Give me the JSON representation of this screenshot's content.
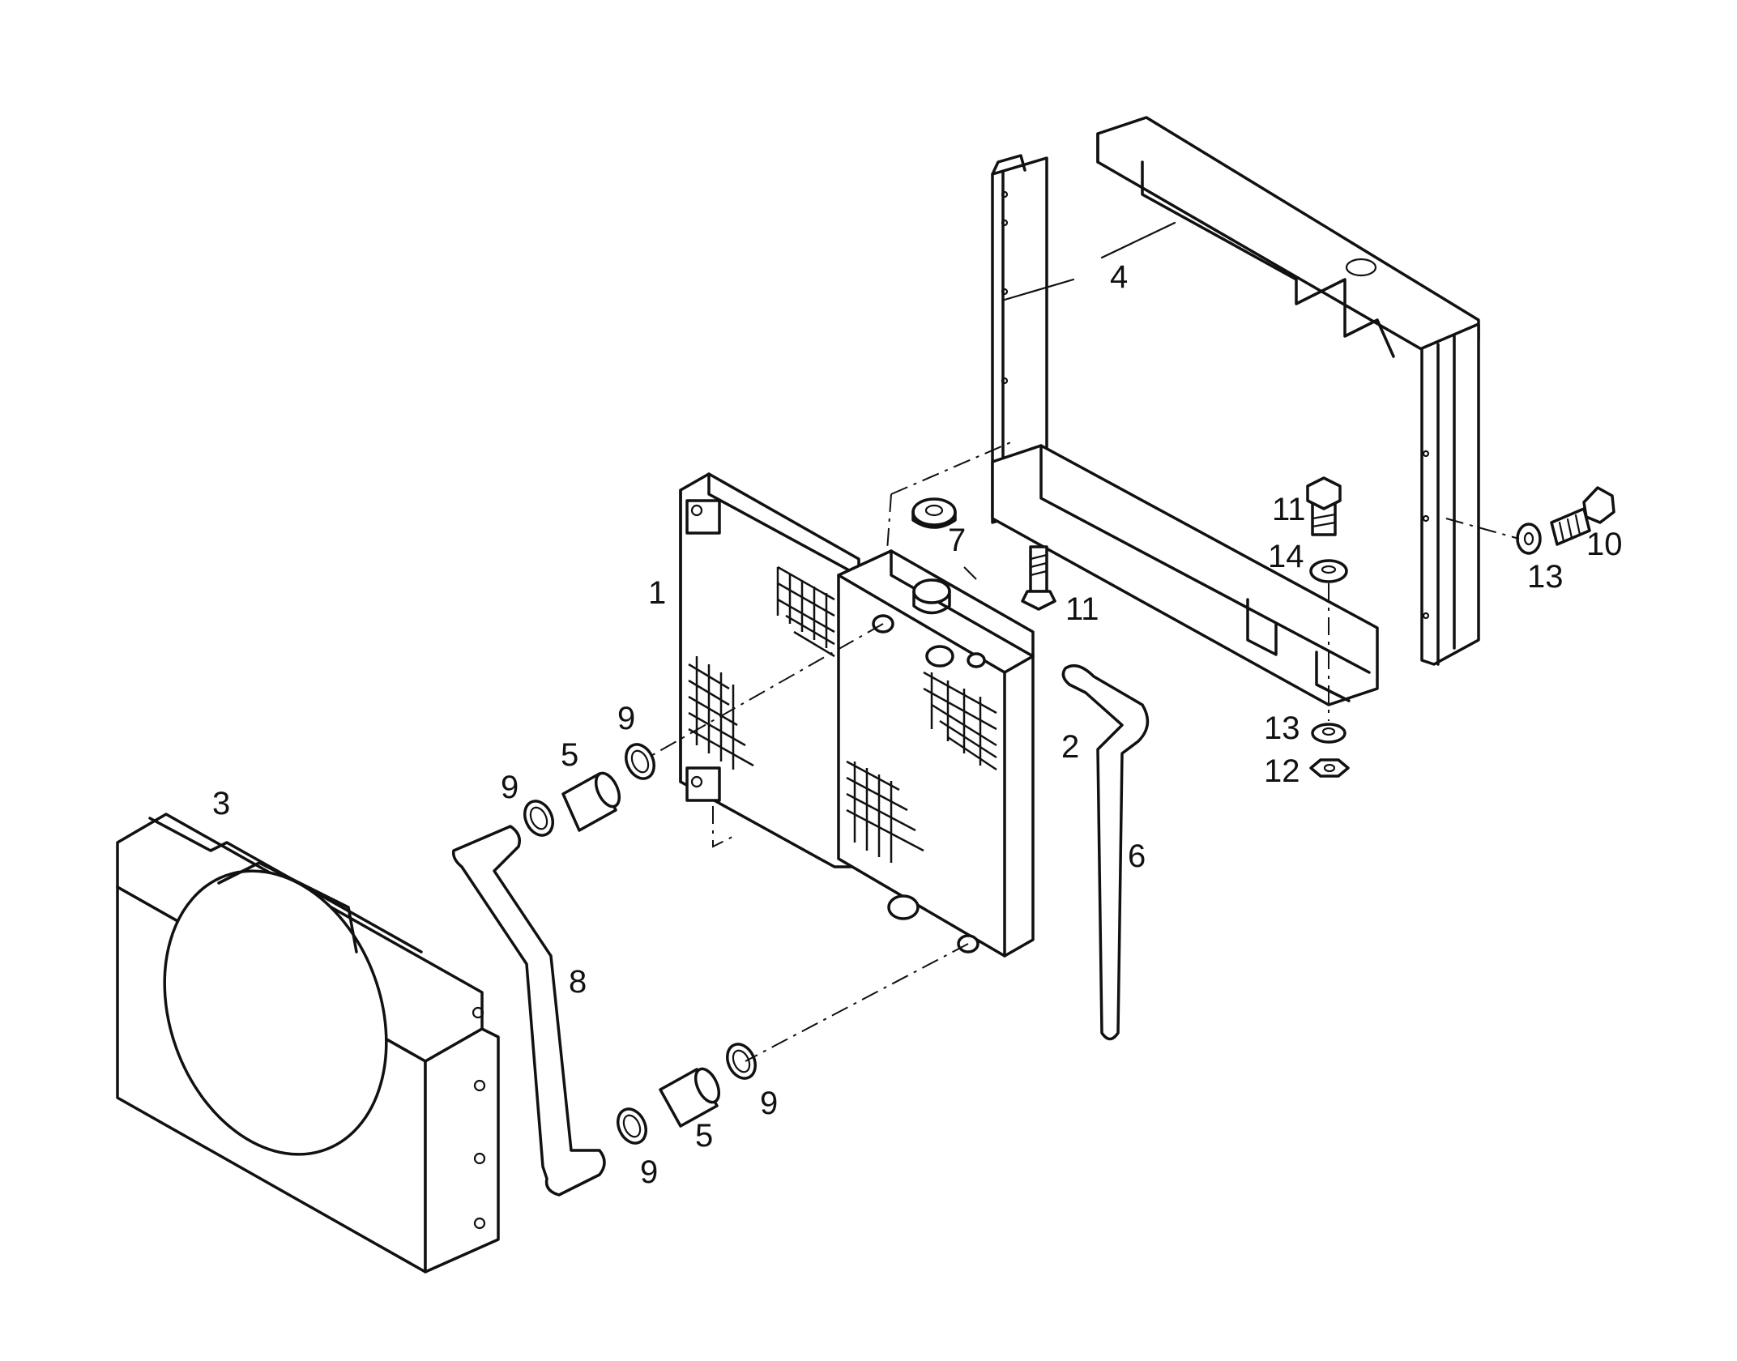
{
  "callouts": {
    "c1": "1",
    "c2": "2",
    "c3": "3",
    "c4": "4",
    "c5a": "5",
    "c5b": "5",
    "c6": "6",
    "c7": "7",
    "c8": "8",
    "c9a": "9",
    "c9b": "9",
    "c9c": "9",
    "c9d": "9",
    "c10": "10",
    "c11a": "11",
    "c11b": "11",
    "c12": "12",
    "c13a": "13",
    "c13b": "13",
    "c14": "14"
  }
}
